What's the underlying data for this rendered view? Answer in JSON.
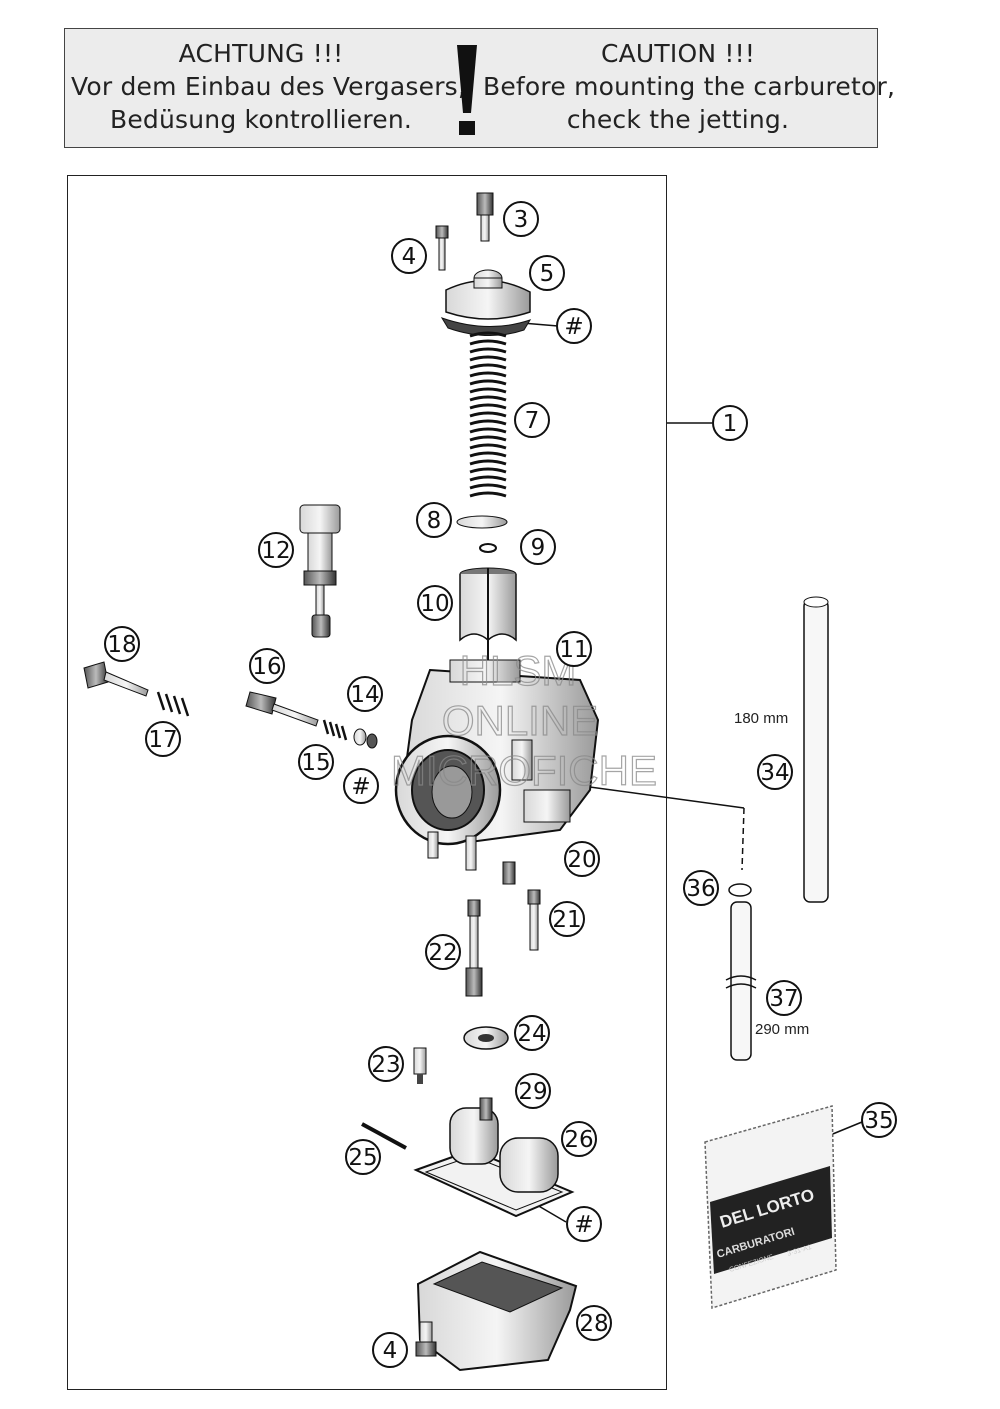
{
  "banner": {
    "de": [
      "ACHTUNG !!!",
      "Vor dem Einbau des Vergasers,",
      "Bedüsung kontrollieren."
    ],
    "en": [
      "CAUTION !!!",
      "Before mounting the carburetor,",
      "check the jetting."
    ]
  },
  "callouts": [
    "1",
    "3",
    "4",
    "5",
    "#",
    "7",
    "8",
    "9",
    "10",
    "11",
    "12",
    "14",
    "15",
    "16",
    "17",
    "18",
    "#",
    "20",
    "21",
    "22",
    "23",
    "24",
    "25",
    "26",
    "#",
    "28",
    "29",
    "4",
    "34",
    "35",
    "36",
    "37"
  ],
  "dimensions": {
    "tube_34": "180 mm",
    "hose_37": "290 mm"
  },
  "package": {
    "brand": "DEL LORTO",
    "label": "CARBURATORI",
    "line1": "CONFEZIONE",
    "line2": "3·31·A1"
  },
  "watermark": [
    "HLSM",
    "ONLINE",
    "MICROFICHE"
  ]
}
